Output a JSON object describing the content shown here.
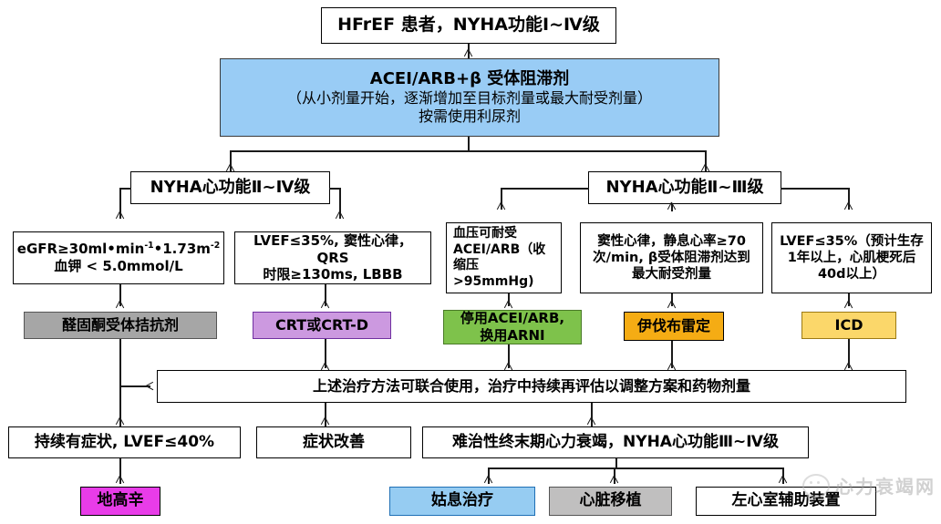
{
  "diagram": {
    "title_box": {
      "text": "HFrEF 患者，NYHA功能Ⅰ~Ⅳ级"
    },
    "therapy_box": {
      "line1": "ACEI/ARB+β 受体阻滞剂",
      "line2": "（从小剂量开始，逐渐增加至目标剂量或最大耐受剂量）",
      "line3": "按需使用利尿剂",
      "color": "#99ccf5"
    },
    "branch_left": {
      "text": "NYHA心功能Ⅱ~Ⅳ级"
    },
    "branch_right": {
      "text": "NYHA心功能Ⅱ~Ⅲ级"
    },
    "criteria": [
      {
        "id": "egfr",
        "line1_pre": "eGFR≥30ml•min",
        "line1_sup1": "-1",
        "line1_mid": "•1.73m",
        "line1_sup2": "-2",
        "line2": "血钾 < 5.0mmol/L"
      },
      {
        "id": "crt",
        "line1": "LVEF≤35%, 窦性心律，QRS",
        "line2": "时限≥130ms, LBBB"
      },
      {
        "id": "bp",
        "line1": "血压可耐受",
        "line2": "ACEI/ARB（收",
        "line3": "缩压",
        "line4": ">95mmHg)"
      },
      {
        "id": "hr",
        "line1": "窦性心律，静息心率≥70",
        "line2": "次/min, β受体阻滞剂达到",
        "line3": "最大耐受剂量"
      },
      {
        "id": "icd",
        "line1": "LVEF≤35%（预计生存",
        "line2": "1年以上，心肌梗死后",
        "line3": "40d以上）"
      }
    ],
    "treatments": [
      {
        "id": "mra",
        "label": "醛固酮受体拮抗剂",
        "color": "#a6a6a6",
        "border": "#555555"
      },
      {
        "id": "crt",
        "label": "CRT或CRT-D",
        "color": "#cc99e0",
        "border": "#7030a0"
      },
      {
        "id": "arni",
        "label_line1": "停用ACEI/ARB,",
        "label_line2": "换用ARNI",
        "color": "#7ec24b",
        "border": "#4a7a28"
      },
      {
        "id": "ivabradine",
        "label": "伊伐布雷定",
        "color": "#f5ac14",
        "border": "#000000"
      },
      {
        "id": "icd",
        "label": "ICD",
        "color": "#fbd76a",
        "border": "#9c7a14"
      }
    ],
    "combine_box": {
      "text": "上述治疗方法可联合使用，治疗中持续再评估以调整方案和药物剂量"
    },
    "outcomes": [
      {
        "id": "persist",
        "text": "持续有症状, LVEF≤40%"
      },
      {
        "id": "improve",
        "text": "症状改善"
      },
      {
        "id": "refractory",
        "text": "难治性终末期心力衰竭，NYHA心功能Ⅲ~Ⅳ级"
      }
    ],
    "final": [
      {
        "id": "digoxin",
        "label": "地高辛",
        "color": "#e83ce8",
        "border": "#000000"
      },
      {
        "id": "palliative",
        "label": "姑息治疗",
        "color": "#96ccf2",
        "border": "#1f6fb5"
      },
      {
        "id": "transplant",
        "label": "心脏移植",
        "color": "#c0bfbf",
        "border": "#555555"
      },
      {
        "id": "lvad",
        "label": "左心室辅助装置",
        "color": "#ffffff",
        "border": "#000000"
      }
    ],
    "watermark": {
      "text": "心力衰竭网"
    }
  }
}
